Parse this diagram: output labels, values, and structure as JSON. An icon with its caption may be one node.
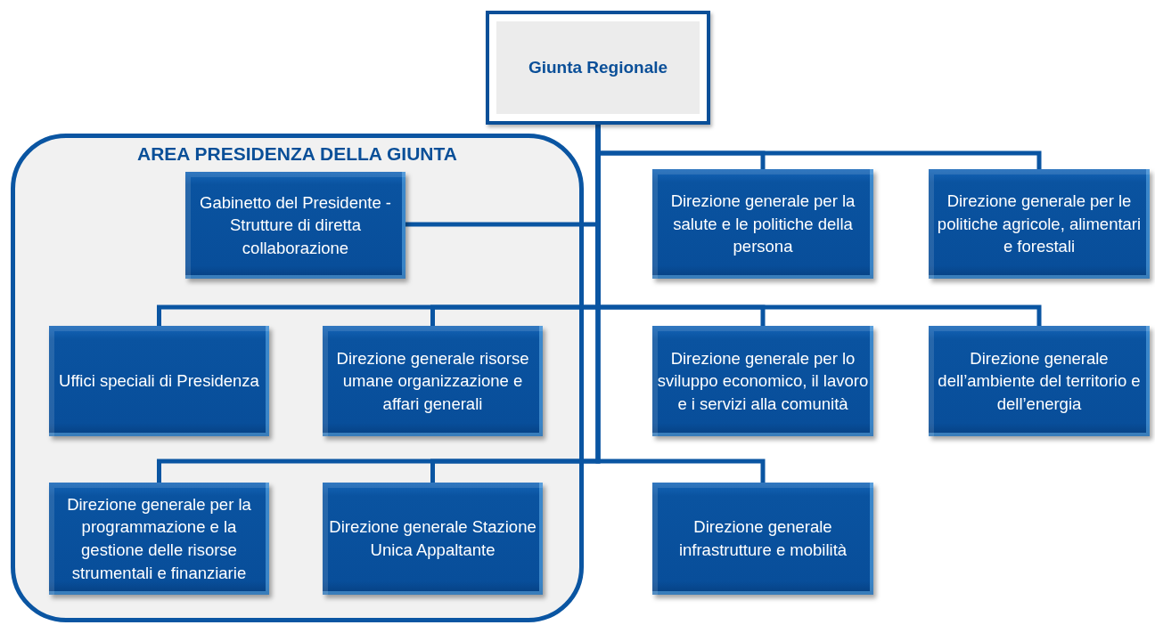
{
  "diagram": {
    "nodes": [
      {
        "text": [
          "Giunta Regionale"
        ]
      },
      {
        "text": [
          "AREA PRESIDENZA DELLA GIUNTA"
        ]
      },
      {
        "text": [
          "Gabinetto del Presidente - Strutture di diretta collaborazione"
        ],
        "in": 1
      },
      {
        "text": [
          "Direzione generale per la salute e le politiche della persona"
        ]
      },
      {
        "text": [
          "Direzione generale per le politiche agricole, alimentari e forestali"
        ]
      },
      {
        "text": [
          "Uffici speciali di Presidenza"
        ],
        "in": 1
      },
      {
        "text": [
          "Direzione generale risorse umane organizzazione e affari generali"
        ],
        "in": 1
      },
      {
        "text": [
          "Direzione generale per lo sviluppo economico, il lavoro e i servizi alla comunità"
        ]
      },
      {
        "text": [
          "Direzione generale dell’ambiente del territorio e dell’energia"
        ]
      },
      {
        "text": [
          "Direzione generale per la programmazione e la gestione delle risorse strumentali e finanziarie"
        ],
        "in": 1
      },
      {
        "text": [
          "Direzione generale Stazione Unica Appaltante"
        ],
        "in": 1
      },
      {
        "text": [
          "Direzione generale infrastrutture e mobilità"
        ]
      }
    ],
    "edges": [
      {
        "from": 0,
        "to": 2,
        "arrow": "none"
      },
      {
        "from": 0,
        "to": 3,
        "arrow": "none"
      },
      {
        "from": 0,
        "to": 4,
        "arrow": "none"
      },
      {
        "from": 0,
        "to": 5,
        "arrow": "none"
      },
      {
        "from": 0,
        "to": 6,
        "arrow": "none"
      },
      {
        "from": 0,
        "to": 7,
        "arrow": "none"
      },
      {
        "from": 0,
        "to": 8,
        "arrow": "none"
      },
      {
        "from": 0,
        "to": 9,
        "arrow": "none"
      },
      {
        "from": 0,
        "to": 10,
        "arrow": "none"
      },
      {
        "from": 0,
        "to": 11,
        "arrow": "none"
      }
    ]
  }
}
